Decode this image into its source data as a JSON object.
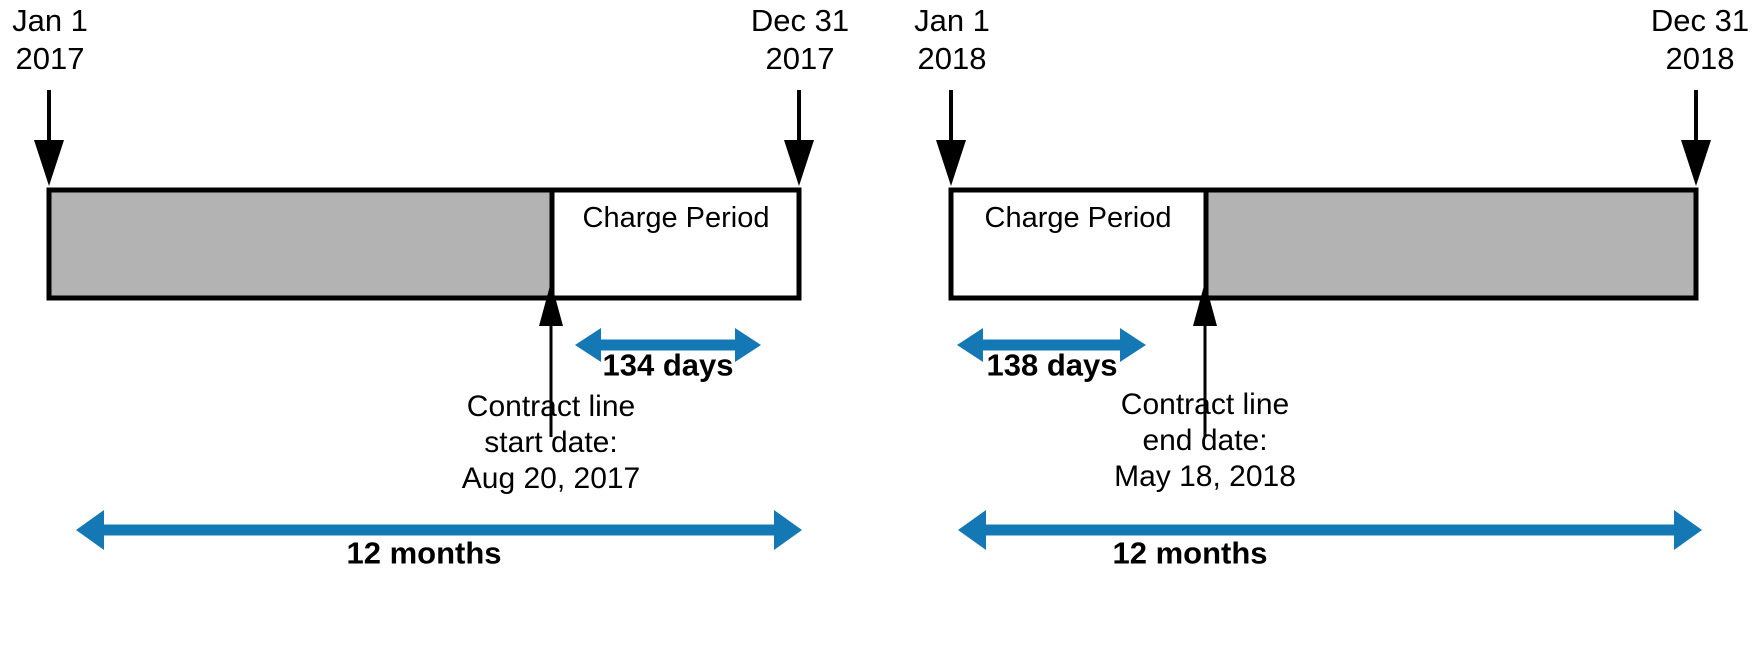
{
  "diagram": {
    "title": "Contract line charge period proration across two fiscal years",
    "colors": {
      "arrow_blue": "#1378B4",
      "segment_gray": "#b3b3b3",
      "segment_white": "#ffffff",
      "outline_black": "#000000"
    },
    "panels": [
      {
        "id": "year-2017",
        "period_start_label_line1": "Jan 1",
        "period_start_label_line2": "2017",
        "period_end_label_line1": "Dec 31",
        "period_end_label_line2": "2017",
        "segments": [
          {
            "id": "not-charged",
            "fill": "gray",
            "label": ""
          },
          {
            "id": "charge-period",
            "fill": "white",
            "label": "Charge Period"
          }
        ],
        "measure_label": "134 days",
        "callout_line1": "Contract line",
        "callout_line2": "start date:",
        "callout_line3": "Aug 20, 2017",
        "span_label": "12 months"
      },
      {
        "id": "year-2018",
        "period_start_label_line1": "Jan 1",
        "period_start_label_line2": "2018",
        "period_end_label_line1": "Dec 31",
        "period_end_label_line2": "2018",
        "segments": [
          {
            "id": "charge-period",
            "fill": "white",
            "label": "Charge Period"
          },
          {
            "id": "not-charged",
            "fill": "gray",
            "label": ""
          }
        ],
        "measure_label": "138 days",
        "callout_line1": "Contract line",
        "callout_line2": "end date:",
        "callout_line3": "May 18, 2018",
        "span_label": "12 months"
      }
    ]
  }
}
